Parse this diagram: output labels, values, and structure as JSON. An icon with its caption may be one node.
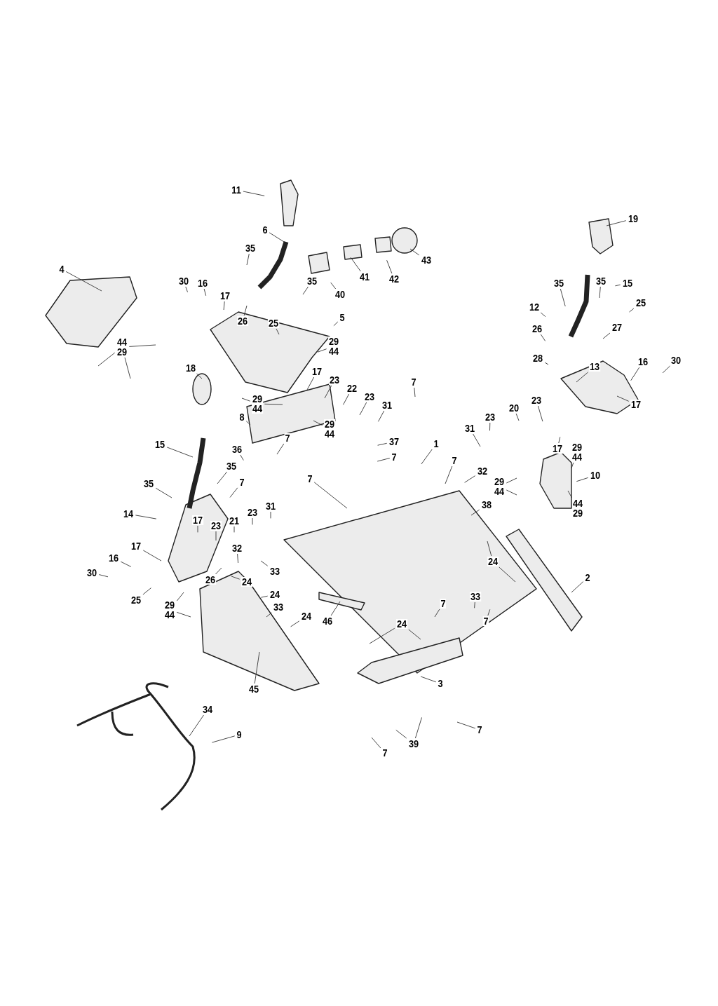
{
  "diagram": {
    "nodes": [
      {
        "text": [
          "11"
        ]
      },
      {
        "text": [
          "6"
        ]
      },
      {
        "text": [
          "35"
        ]
      },
      {
        "text": [
          "40"
        ]
      },
      {
        "text": [
          "41"
        ]
      },
      {
        "text": [
          "42"
        ]
      },
      {
        "text": [
          "43"
        ]
      },
      {
        "text": [
          "4"
        ]
      },
      {
        "text": [
          "30"
        ]
      },
      {
        "text": [
          "16"
        ]
      },
      {
        "text": [
          "17"
        ]
      },
      {
        "text": [
          "35"
        ]
      },
      {
        "text": [
          "26"
        ]
      },
      {
        "text": [
          "25"
        ]
      },
      {
        "text": [
          "5"
        ]
      },
      {
        "text": [
          "29",
          "44"
        ]
      },
      {
        "text": [
          "17"
        ]
      },
      {
        "text": [
          "23"
        ]
      },
      {
        "text": [
          "22"
        ]
      },
      {
        "text": [
          "23"
        ]
      },
      {
        "text": [
          "31"
        ]
      },
      {
        "text": [
          "44",
          "29"
        ]
      },
      {
        "text": [
          "18"
        ]
      },
      {
        "text": [
          "29",
          "44"
        ]
      },
      {
        "text": [
          "8"
        ]
      },
      {
        "text": [
          "29",
          "44"
        ]
      },
      {
        "text": [
          "7"
        ]
      },
      {
        "text": [
          "37"
        ]
      },
      {
        "text": [
          "7"
        ]
      },
      {
        "text": [
          "15"
        ]
      },
      {
        "text": [
          "36"
        ]
      },
      {
        "text": [
          "35"
        ]
      },
      {
        "text": [
          "35"
        ]
      },
      {
        "text": [
          "7"
        ]
      },
      {
        "text": [
          "7"
        ]
      },
      {
        "text": [
          "7"
        ]
      },
      {
        "text": [
          "1"
        ]
      },
      {
        "text": [
          "31"
        ]
      },
      {
        "text": [
          "23"
        ]
      },
      {
        "text": [
          "20"
        ]
      },
      {
        "text": [
          "23"
        ]
      },
      {
        "text": [
          "17"
        ]
      },
      {
        "text": [
          "7"
        ]
      },
      {
        "text": [
          "32"
        ]
      },
      {
        "text": [
          "29",
          "44"
        ]
      },
      {
        "text": [
          "38"
        ]
      },
      {
        "text": [
          "14"
        ]
      },
      {
        "text": [
          "17"
        ]
      },
      {
        "text": [
          "23"
        ]
      },
      {
        "text": [
          "21"
        ]
      },
      {
        "text": [
          "23"
        ]
      },
      {
        "text": [
          "31"
        ]
      },
      {
        "text": [
          "17"
        ]
      },
      {
        "text": [
          "16"
        ]
      },
      {
        "text": [
          "30"
        ]
      },
      {
        "text": [
          "32"
        ]
      },
      {
        "text": [
          "26"
        ]
      },
      {
        "text": [
          "25"
        ]
      },
      {
        "text": [
          "24"
        ]
      },
      {
        "text": [
          "33"
        ]
      },
      {
        "text": [
          "24"
        ]
      },
      {
        "text": [
          "33"
        ]
      },
      {
        "text": [
          "24"
        ]
      },
      {
        "text": [
          "29",
          "44"
        ]
      },
      {
        "text": [
          "45"
        ]
      },
      {
        "text": [
          "46"
        ]
      },
      {
        "text": [
          "10"
        ]
      },
      {
        "text": [
          "44",
          "29"
        ]
      },
      {
        "text": [
          "2"
        ]
      },
      {
        "text": [
          "24"
        ]
      },
      {
        "text": [
          "33"
        ]
      },
      {
        "text": [
          "7"
        ]
      },
      {
        "text": [
          "7"
        ]
      },
      {
        "text": [
          "24"
        ]
      },
      {
        "text": [
          "3"
        ]
      },
      {
        "text": [
          "7"
        ]
      },
      {
        "text": [
          "39"
        ]
      },
      {
        "text": [
          "7"
        ]
      },
      {
        "text": [
          "34"
        ]
      },
      {
        "text": [
          "9"
        ]
      },
      {
        "text": [
          "19"
        ]
      },
      {
        "text": [
          "15"
        ]
      },
      {
        "text": [
          "35"
        ]
      },
      {
        "text": [
          "12"
        ]
      },
      {
        "text": [
          "35"
        ]
      },
      {
        "text": [
          "25"
        ]
      },
      {
        "text": [
          "26"
        ]
      },
      {
        "text": [
          "27"
        ]
      },
      {
        "text": [
          "28"
        ]
      },
      {
        "text": [
          "13"
        ]
      },
      {
        "text": [
          "16"
        ]
      },
      {
        "text": [
          "30"
        ]
      },
      {
        "text": [
          "17"
        ]
      },
      {
        "text": [
          "29",
          "44"
        ]
      }
    ],
    "edges": [
      {
        "from": 0,
        "to": null,
        "arrow": "none"
      },
      {
        "from": 1,
        "to": null,
        "arrow": "none"
      },
      {
        "from": 2,
        "to": null,
        "arrow": "none"
      },
      {
        "from": 3,
        "to": null,
        "arrow": "none"
      },
      {
        "from": 4,
        "to": null,
        "arrow": "none"
      },
      {
        "from": 5,
        "to": null,
        "arrow": "none"
      },
      {
        "from": 6,
        "to": null,
        "arrow": "none"
      },
      {
        "from": 7,
        "to": null,
        "arrow": "none"
      },
      {
        "from": 8,
        "to": null,
        "arrow": "none"
      },
      {
        "from": 9,
        "to": null,
        "arrow": "none"
      },
      {
        "from": 10,
        "to": null,
        "arrow": "none"
      },
      {
        "from": 11,
        "to": null,
        "arrow": "none"
      },
      {
        "from": 12,
        "to": null,
        "arrow": "none"
      },
      {
        "from": 13,
        "to": null,
        "arrow": "none"
      },
      {
        "from": 14,
        "to": null,
        "arrow": "none"
      },
      {
        "from": 15,
        "to": null,
        "arrow": "none"
      },
      {
        "from": 16,
        "to": null,
        "arrow": "none"
      },
      {
        "from": 17,
        "to": null,
        "arrow": "none"
      },
      {
        "from": 18,
        "to": null,
        "arrow": "none"
      },
      {
        "from": 19,
        "to": null,
        "arrow": "none"
      },
      {
        "from": 20,
        "to": null,
        "arrow": "none"
      },
      {
        "from": 21,
        "to": null,
        "arrow": "none"
      },
      {
        "from": 21,
        "to": null,
        "arrow": "none"
      },
      {
        "from": 21,
        "to": null,
        "arrow": "none"
      },
      {
        "from": 22,
        "to": null,
        "arrow": "none"
      },
      {
        "from": 23,
        "to": null,
        "arrow": "none"
      },
      {
        "from": 23,
        "to": null,
        "arrow": "none"
      },
      {
        "from": 24,
        "to": null,
        "arrow": "none"
      },
      {
        "from": 25,
        "to": null,
        "arrow": "none"
      },
      {
        "from": 26,
        "to": null,
        "arrow": "none"
      },
      {
        "from": 27,
        "to": null,
        "arrow": "none"
      },
      {
        "from": 28,
        "to": null,
        "arrow": "none"
      },
      {
        "from": 29,
        "to": null,
        "arrow": "none"
      },
      {
        "from": 30,
        "to": null,
        "arrow": "none"
      },
      {
        "from": 31,
        "to": null,
        "arrow": "none"
      },
      {
        "from": 32,
        "to": null,
        "arrow": "none"
      },
      {
        "from": 33,
        "to": null,
        "arrow": "none"
      },
      {
        "from": 34,
        "to": null,
        "arrow": "none"
      },
      {
        "from": 35,
        "to": null,
        "arrow": "none"
      },
      {
        "from": 36,
        "to": null,
        "arrow": "none"
      },
      {
        "from": 37,
        "to": null,
        "arrow": "none"
      },
      {
        "from": 38,
        "to": null,
        "arrow": "none"
      },
      {
        "from": 39,
        "to": null,
        "arrow": "none"
      },
      {
        "from": 40,
        "to": null,
        "arrow": "none"
      },
      {
        "from": 41,
        "to": null,
        "arrow": "none"
      },
      {
        "from": 42,
        "to": null,
        "arrow": "none"
      },
      {
        "from": 43,
        "to": null,
        "arrow": "none"
      },
      {
        "from": 44,
        "to": null,
        "arrow": "none"
      },
      {
        "from": 44,
        "to": null,
        "arrow": "none"
      },
      {
        "from": 45,
        "to": null,
        "arrow": "none"
      },
      {
        "from": 46,
        "to": null,
        "arrow": "none"
      },
      {
        "from": 47,
        "to": null,
        "arrow": "none"
      },
      {
        "from": 48,
        "to": null,
        "arrow": "none"
      },
      {
        "from": 49,
        "to": null,
        "arrow": "none"
      },
      {
        "from": 50,
        "to": null,
        "arrow": "none"
      },
      {
        "from": 51,
        "to": null,
        "arrow": "none"
      },
      {
        "from": 52,
        "to": null,
        "arrow": "none"
      },
      {
        "from": 53,
        "to": null,
        "arrow": "none"
      },
      {
        "from": 54,
        "to": null,
        "arrow": "none"
      },
      {
        "from": 55,
        "to": null,
        "arrow": "none"
      },
      {
        "from": 56,
        "to": null,
        "arrow": "none"
      },
      {
        "from": 57,
        "to": null,
        "arrow": "none"
      },
      {
        "from": 58,
        "to": null,
        "arrow": "none"
      },
      {
        "from": 59,
        "to": null,
        "arrow": "none"
      },
      {
        "from": 60,
        "to": null,
        "arrow": "none"
      },
      {
        "from": 61,
        "to": null,
        "arrow": "none"
      },
      {
        "from": 62,
        "to": null,
        "arrow": "none"
      },
      {
        "from": 63,
        "to": null,
        "arrow": "none"
      },
      {
        "from": 63,
        "to": null,
        "arrow": "none"
      },
      {
        "from": 64,
        "to": null,
        "arrow": "none"
      },
      {
        "from": 65,
        "to": null,
        "arrow": "none"
      },
      {
        "from": 66,
        "to": null,
        "arrow": "none"
      },
      {
        "from": 67,
        "to": null,
        "arrow": "none"
      },
      {
        "from": 68,
        "to": null,
        "arrow": "none"
      },
      {
        "from": 69,
        "to": null,
        "arrow": "none"
      },
      {
        "from": 69,
        "to": null,
        "arrow": "none"
      },
      {
        "from": 70,
        "to": null,
        "arrow": "none"
      },
      {
        "from": 71,
        "to": null,
        "arrow": "none"
      },
      {
        "from": 72,
        "to": null,
        "arrow": "none"
      },
      {
        "from": 73,
        "to": null,
        "arrow": "none"
      },
      {
        "from": 73,
        "to": null,
        "arrow": "none"
      },
      {
        "from": 74,
        "to": null,
        "arrow": "none"
      },
      {
        "from": 75,
        "to": null,
        "arrow": "none"
      },
      {
        "from": 76,
        "to": null,
        "arrow": "none"
      },
      {
        "from": 76,
        "to": null,
        "arrow": "none"
      },
      {
        "from": 77,
        "to": null,
        "arrow": "none"
      },
      {
        "from": 78,
        "to": null,
        "arrow": "none"
      },
      {
        "from": 79,
        "to": null,
        "arrow": "none"
      },
      {
        "from": 80,
        "to": null,
        "arrow": "none"
      },
      {
        "from": 81,
        "to": null,
        "arrow": "none"
      },
      {
        "from": 82,
        "to": null,
        "arrow": "none"
      },
      {
        "from": 83,
        "to": null,
        "arrow": "none"
      },
      {
        "from": 84,
        "to": null,
        "arrow": "none"
      },
      {
        "from": 85,
        "to": null,
        "arrow": "none"
      },
      {
        "from": 86,
        "to": null,
        "arrow": "none"
      },
      {
        "from": 87,
        "to": null,
        "arrow": "none"
      },
      {
        "from": 88,
        "to": null,
        "arrow": "none"
      },
      {
        "from": 89,
        "to": null,
        "arrow": "none"
      },
      {
        "from": 90,
        "to": null,
        "arrow": "none"
      },
      {
        "from": 91,
        "to": null,
        "arrow": "none"
      },
      {
        "from": 92,
        "to": null,
        "arrow": "none"
      },
      {
        "from": 93,
        "to": null,
        "arrow": "none"
      }
    ]
  }
}
